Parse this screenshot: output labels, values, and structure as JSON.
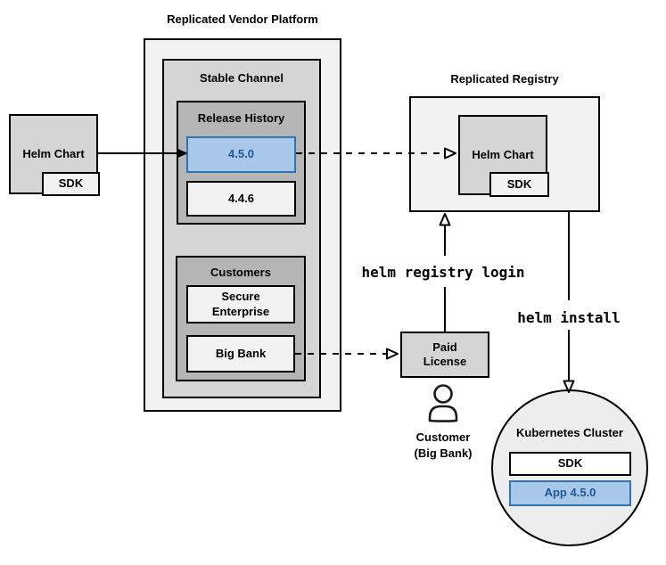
{
  "canvas": {
    "background": "#ffffff"
  },
  "colors": {
    "border": "#000000",
    "outer_fill": "#f2f2f2",
    "mid_fill": "#d5d5d5",
    "panel_fill": "#b5b5b5",
    "item_fill": "#f2f2f2",
    "highlight_fill": "#a9c7e8",
    "highlight_border": "#2e75b6",
    "highlight_text": "#1a5a96"
  },
  "helm_chart_source": {
    "label": "Helm Chart",
    "sdk": "SDK"
  },
  "vendor_platform": {
    "title": "Replicated Vendor Platform",
    "stable_channel": {
      "title": "Stable Channel",
      "release_history": {
        "title": "Release History",
        "releases": [
          "4.5.0",
          "4.4.6"
        ]
      },
      "customers": {
        "title": "Customers",
        "items": [
          "Secure\nEnterprise",
          "Big Bank"
        ]
      }
    }
  },
  "registry": {
    "title": "Replicated Registry",
    "helm_chart": {
      "label": "Helm Chart",
      "sdk": "SDK"
    }
  },
  "paid_license": {
    "label": "Paid\nLicense"
  },
  "customer": {
    "label": "Customer\n(Big Bank)"
  },
  "commands": {
    "registry_login": "helm registry login",
    "install": "helm install"
  },
  "kubernetes_cluster": {
    "title": "Kubernetes Cluster",
    "sdk": "SDK",
    "app": "App 4.5.0"
  }
}
